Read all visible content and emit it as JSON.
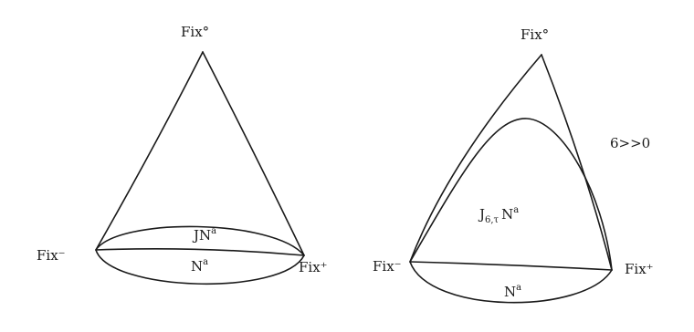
{
  "figure": {
    "left_diagram": {
      "apex_label": "Fix°",
      "left_label": "Fix⁻",
      "right_label": "Fix⁺",
      "upper_region_label": "JN",
      "upper_region_sup": "a",
      "lower_region_label": "N",
      "lower_region_sup": "a"
    },
    "right_diagram": {
      "apex_label": "Fix°",
      "left_label": "Fix⁻",
      "right_label": "Fix⁺",
      "condition_label": "6>>0",
      "inner_region_label": "J",
      "inner_region_sub": "6,τ",
      "inner_region_rest": "N",
      "inner_region_sup": "a",
      "lower_region_label": "N",
      "lower_region_sup": "a"
    }
  }
}
